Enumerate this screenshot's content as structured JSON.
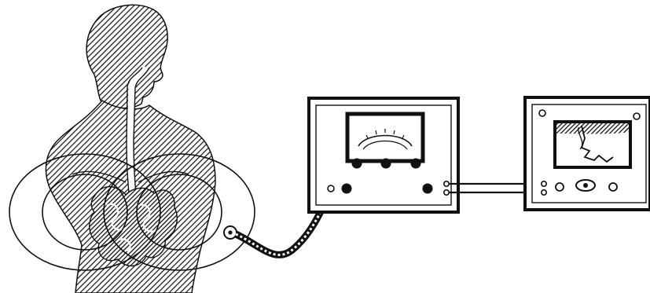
{
  "figure": {
    "subject": "human-torso-silhouette",
    "devices": [
      "amplifier-meter-unit",
      "chart-recorder-unit"
    ],
    "colors": {
      "ink": "#111111",
      "paper": "#ffffff"
    }
  }
}
